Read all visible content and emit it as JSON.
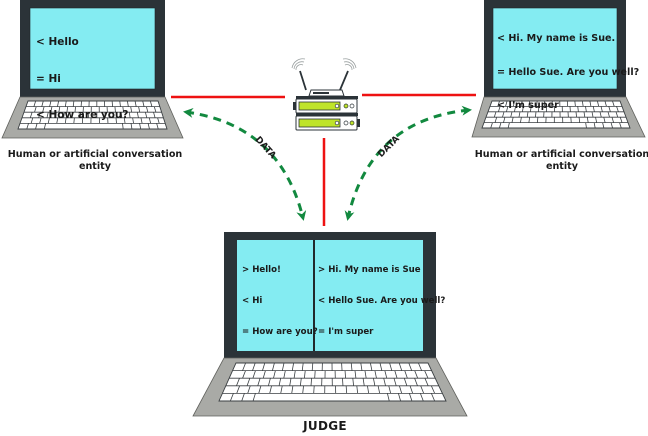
{
  "colors": {
    "screen": "#84ecf2",
    "bezel": "#2b3338",
    "laptop_base": "#a9aaa6",
    "keyboard_key": "#ffffff",
    "link_line": "#ee1111",
    "data_arrow": "#12893f",
    "router_panel": "#bfe42a"
  },
  "left_entity": {
    "screen_lines": [
      "< Hello",
      "= Hi",
      "< How are you?"
    ],
    "caption_lines": [
      "Human or artificial conversation",
      "entity"
    ]
  },
  "right_entity": {
    "screen_lines": [
      "< Hi. My name is Sue.",
      "= Hello Sue. Are you well?",
      "< I'm super"
    ],
    "caption_lines": [
      "Human or artificial conversation",
      "entity"
    ]
  },
  "judge": {
    "left_pane_lines": [
      "> Hello!",
      "< Hi",
      "= How are you?"
    ],
    "right_pane_lines": [
      "> Hi. My name is Sue",
      "< Hello Sue. Are you well?",
      "= I'm super"
    ],
    "label": "JUDGE"
  },
  "flows": {
    "left_label": "DATA",
    "right_label": "DATA"
  },
  "icons": {
    "router": "wifi-router-icon"
  }
}
